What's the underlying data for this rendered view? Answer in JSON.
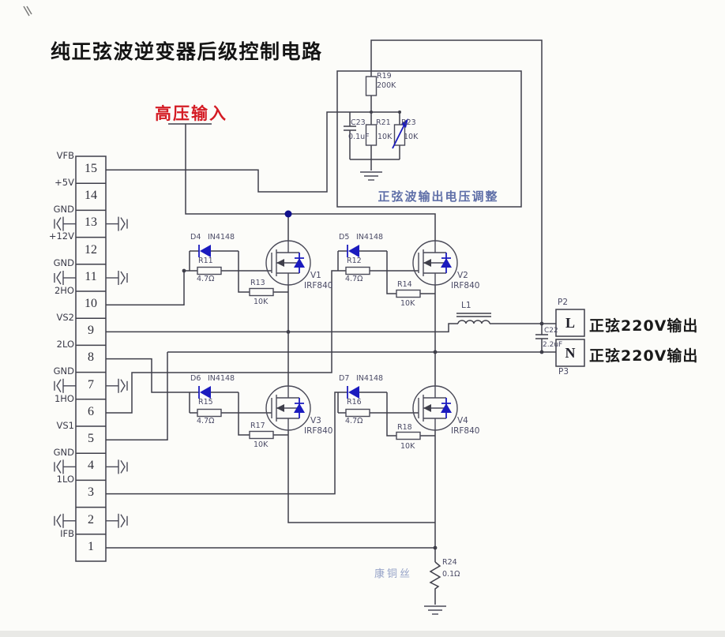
{
  "title": "纯正弦波逆变器后级控制电路",
  "hv_input_label": "高压输入",
  "connector": {
    "pins": [
      {
        "num": "15",
        "label": "VFB"
      },
      {
        "num": "14",
        "label": "+5V"
      },
      {
        "num": "13",
        "label": "GND"
      },
      {
        "num": "12",
        "label": "+12V"
      },
      {
        "num": "11",
        "label": "GND"
      },
      {
        "num": "10",
        "label": "2HO"
      },
      {
        "num": "9",
        "label": "VS2"
      },
      {
        "num": "8",
        "label": "2LO"
      },
      {
        "num": "7",
        "label": "GND"
      },
      {
        "num": "6",
        "label": "1HO"
      },
      {
        "num": "5",
        "label": "VS1"
      },
      {
        "num": "4",
        "label": "GND"
      },
      {
        "num": "3",
        "label": "1LO"
      },
      {
        "num": "2",
        "label": ""
      },
      {
        "num": "1",
        "label": "IFB"
      }
    ]
  },
  "regulator": {
    "r19_ref": "R19",
    "r19_val": "200K",
    "c23_ref": "C23",
    "c23_val": "0.1uF",
    "r21_ref": "R21",
    "r21_val": "10K",
    "r23_ref": "R23",
    "r23_val": "10K",
    "caption": "正弦波输出电压调整"
  },
  "bridge": {
    "cells": [
      {
        "diode_ref": "D4",
        "diode_part": "IN4148",
        "rg_ref": "R11",
        "rg_val": "4.7Ω",
        "rgs_ref": "R13",
        "rgs_val": "10K",
        "mos_ref": "V1",
        "mos_part": "IRF840"
      },
      {
        "diode_ref": "D5",
        "diode_part": "IN4148",
        "rg_ref": "R12",
        "rg_val": "4.7Ω",
        "rgs_ref": "R14",
        "rgs_val": "10K",
        "mos_ref": "V2",
        "mos_part": "IRF840"
      },
      {
        "diode_ref": "D6",
        "diode_part": "IN4148",
        "rg_ref": "R15",
        "rg_val": "4.7Ω",
        "rgs_ref": "R17",
        "rgs_val": "10K",
        "mos_ref": "V3",
        "mos_part": "IRF840"
      },
      {
        "diode_ref": "D7",
        "diode_part": "IN4148",
        "rg_ref": "R16",
        "rg_val": "4.7Ω",
        "rgs_ref": "R18",
        "rgs_val": "10K",
        "mos_ref": "V4",
        "mos_part": "IRF840"
      }
    ]
  },
  "output": {
    "inductor_ref": "L1",
    "cap_ref": "C22",
    "cap_val": "2.2uF",
    "p2": "P2",
    "p3": "P3",
    "l_terminal": "L",
    "n_terminal": "N",
    "line_label": "正弦220V输出",
    "neutral_label": "正弦220V输出"
  },
  "shunt": {
    "ref": "R24",
    "val": "0.1Ω",
    "note": "康铜丝"
  },
  "colors": {
    "wire": "#3f3f4a",
    "component": "#4a4a58",
    "diode_blue": "#1b1bbe",
    "hv_red": "#d41b24",
    "caption_blue": "#5f6fa8",
    "note_blue": "#96a3c8",
    "background": "#fcfcf9",
    "junction_navy": "#10108c"
  }
}
